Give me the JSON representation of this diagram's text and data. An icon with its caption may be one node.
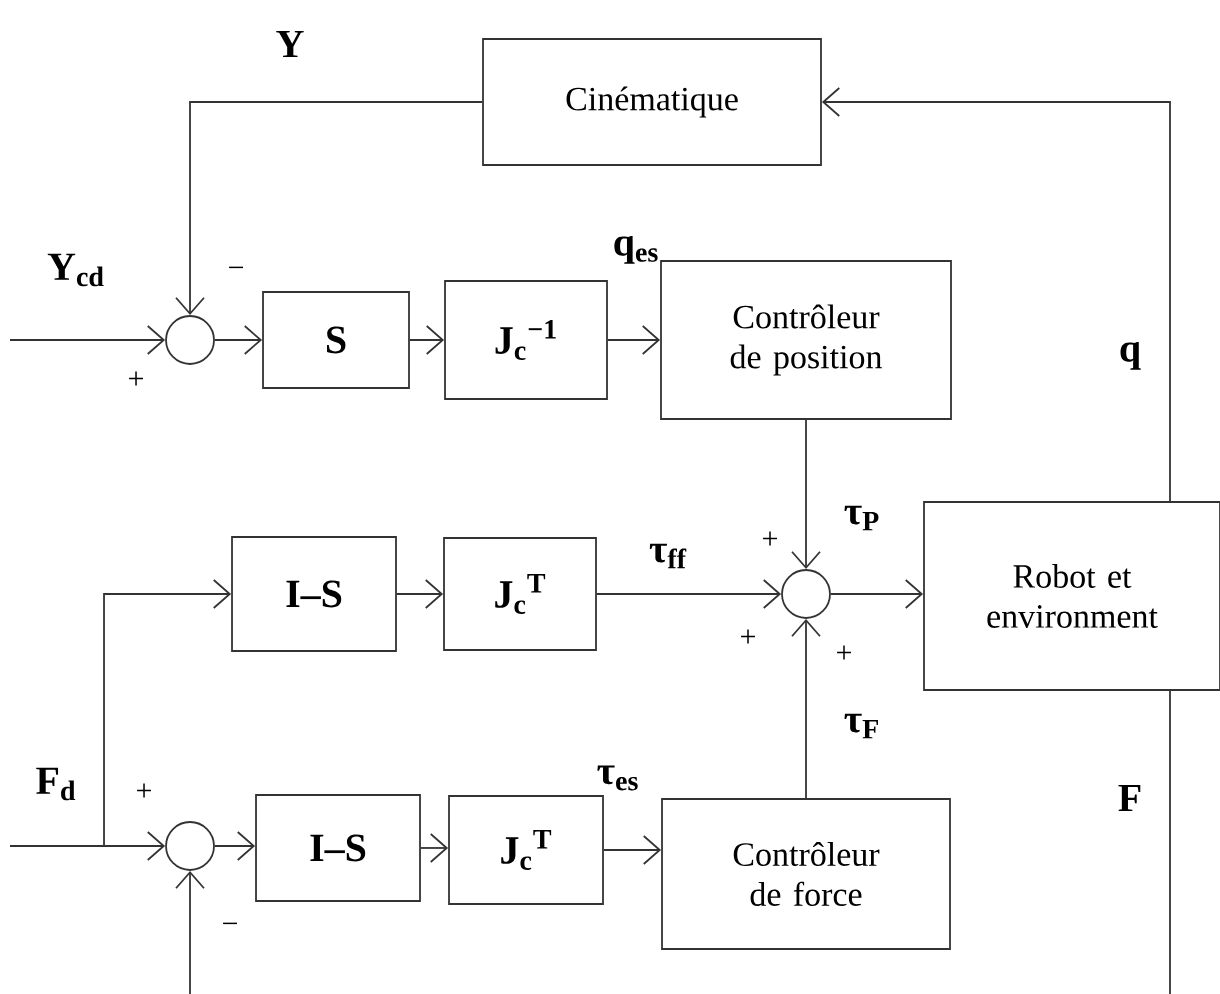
{
  "diagram": {
    "nodes": [
      {
        "text": [
          "Cinématique"
        ]
      },
      {
        "text": [],
        "shape": "circle"
      },
      {
        "text": [
          "S"
        ]
      },
      {
        "text": [
          "J$_{c}$$^{−1}$"
        ]
      },
      {
        "text": [
          "Contrôleur de position"
        ]
      },
      {
        "text": [],
        "shape": "circle"
      },
      {
        "text": [
          "Robot et environment"
        ]
      },
      {
        "text": [
          "I–S"
        ]
      },
      {
        "text": [
          "J$_{c}$$^{T}$"
        ]
      },
      {
        "text": [],
        "shape": "circle"
      },
      {
        "text": [
          "I–S"
        ]
      },
      {
        "text": [
          "J$_{c}$$^{T}$"
        ]
      },
      {
        "text": [
          "Contrôleur de force"
        ]
      }
    ],
    "edges": [
      {
        "from": 0,
        "to": 1,
        "arrow": "to",
        "label": "Y"
      },
      {
        "from": null,
        "to": 1,
        "arrow": "to",
        "label": "Y$_{cd}$"
      },
      {
        "from": 1,
        "to": 2,
        "arrow": "to"
      },
      {
        "from": 2,
        "to": 3,
        "arrow": "to"
      },
      {
        "from": 3,
        "to": 4,
        "arrow": "to",
        "label": "q$_{es}$"
      },
      {
        "from": 4,
        "to": 5,
        "arrow": "to",
        "label": "τ$_{P}$"
      },
      {
        "from": 8,
        "to": 5,
        "arrow": "to",
        "label": "τ$_{ff}$"
      },
      {
        "from": 12,
        "to": 5,
        "arrow": "to",
        "label": "τ$_{F}$"
      },
      {
        "from": 5,
        "to": 6,
        "arrow": "to"
      },
      {
        "from": 6,
        "to": 0,
        "arrow": "to",
        "label": "q"
      },
      {
        "from": 7,
        "to": 8,
        "arrow": "to"
      },
      {
        "from": null,
        "to": 7,
        "arrow": "to"
      },
      {
        "from": null,
        "to": 9,
        "arrow": "to",
        "label": "F$_{d}$"
      },
      {
        "from": 9,
        "to": 10,
        "arrow": "to"
      },
      {
        "from": 10,
        "to": 11,
        "arrow": "to"
      },
      {
        "from": 11,
        "to": 12,
        "arrow": "to",
        "label": "τ$_{es}$"
      },
      {
        "from": 6,
        "to": null,
        "arrow": "none",
        "label": "F"
      },
      {
        "from": null,
        "to": 9,
        "arrow": "to"
      }
    ],
    "labels": [
      "−",
      "+",
      "+",
      "+",
      "+",
      "+",
      "−"
    ]
  }
}
